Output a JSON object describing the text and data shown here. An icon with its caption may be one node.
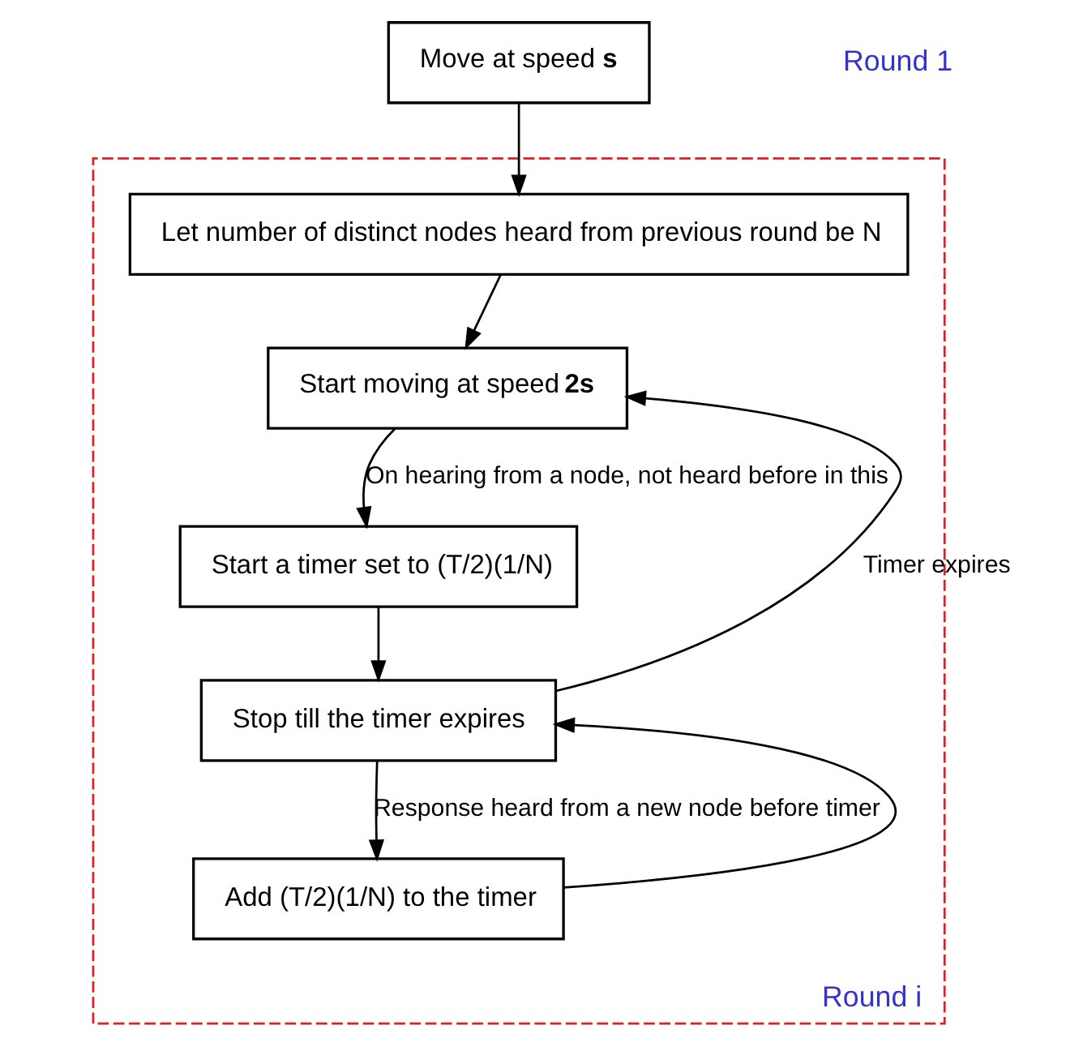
{
  "diagram": {
    "nodes": [
      {
        "text": [
          "Move at speed **s**"
        ]
      },
      {
        "text": [
          "Round i"
        ]
      },
      {
        "text": [
          "Let number of distinct nodes heard from previous round be N"
        ],
        "in": 1
      },
      {
        "text": [
          "Start moving at speed **2s**"
        ],
        "in": 1
      },
      {
        "text": [
          "Start a timer set to (T/2)(1/N)"
        ],
        "in": 1
      },
      {
        "text": [
          "Stop till the timer expires"
        ],
        "in": 1
      },
      {
        "text": [
          "Add (T/2)(1/N) to the timer"
        ],
        "in": 1
      }
    ],
    "edges": [
      {
        "from": 0,
        "to": 2,
        "arrow": "to"
      },
      {
        "from": 2,
        "to": 3,
        "arrow": "to"
      },
      {
        "from": 3,
        "to": 4,
        "arrow": "to",
        "label": "On hearing from a node, not heard before in this"
      },
      {
        "from": 4,
        "to": 5,
        "arrow": "to"
      },
      {
        "from": 5,
        "to": 3,
        "arrow": "to",
        "label": "Timer expires"
      },
      {
        "from": 5,
        "to": 6,
        "arrow": "to",
        "label": "Response heard from a new node before timer"
      },
      {
        "from": 6,
        "to": 5,
        "arrow": "to"
      }
    ],
    "labels": [
      "Round 1"
    ]
  }
}
